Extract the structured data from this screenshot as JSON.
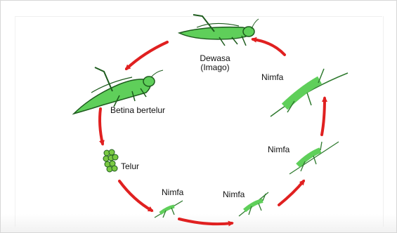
{
  "stages": {
    "adult": {
      "line1": "Dewasa",
      "line2": "(Imago)"
    },
    "female": {
      "label": "Betina bertelur"
    },
    "egg": {
      "label": "Telur"
    },
    "nymph1": {
      "label": "Nimfa"
    },
    "nymph2": {
      "label": "Nimfa"
    },
    "nymph3": {
      "label": "Nimfa"
    },
    "nymph4": {
      "label": "Nimfa"
    }
  },
  "colors": {
    "arrow": "#e02020",
    "insect": "#5fcf5a",
    "outline": "#1d5b1d",
    "egg": "#7ac943"
  }
}
